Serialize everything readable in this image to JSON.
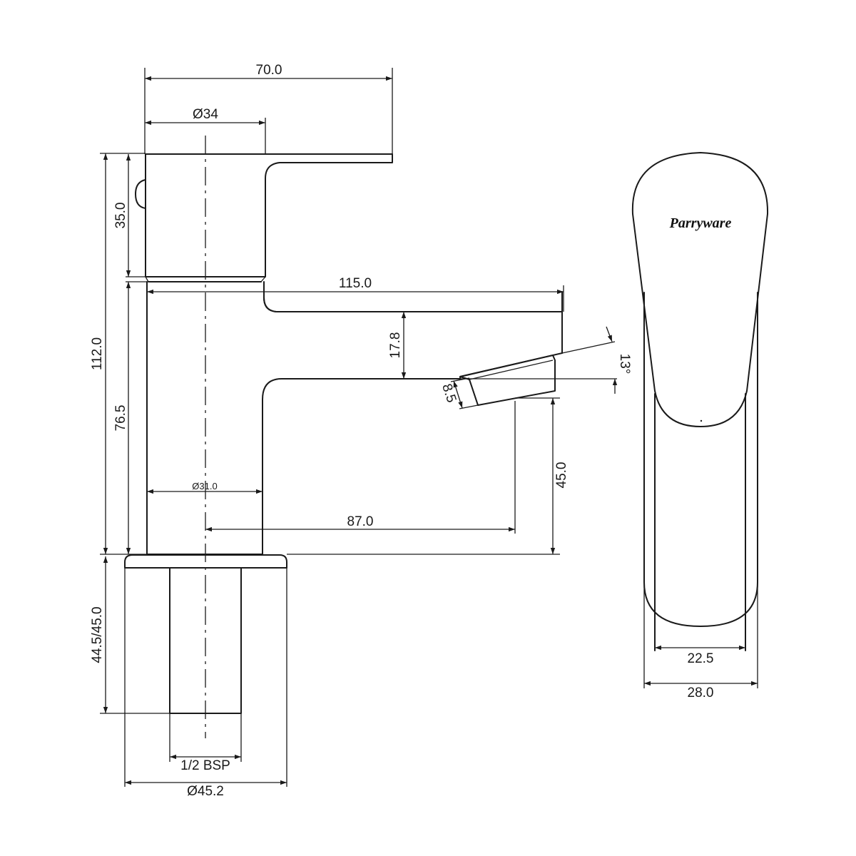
{
  "brand": "Parryware",
  "dimensions": {
    "overall_lever_width": "70.0",
    "body_diameter": "Ø34",
    "handle_height": "35.0",
    "total_height": "112.0",
    "spout_height": "76.5",
    "spout_reach": "115.0",
    "spout_thickness": "17.8",
    "spout_angle": "13°",
    "aerator": "8.5",
    "outlet_height": "45.0",
    "body_lower_diameter": "Ø31.0",
    "outlet_reach": "87.0",
    "shank_length": "44.5/45.0",
    "thread": "1/2 BSP",
    "base_diameter": "Ø45.2",
    "inner_width": "22.5",
    "outer_width": "28.0"
  }
}
